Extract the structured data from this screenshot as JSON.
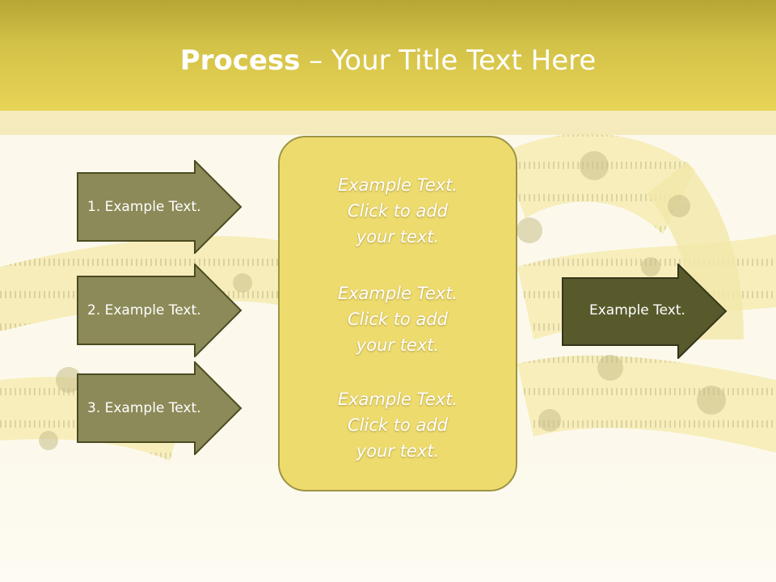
{
  "slide": {
    "title_bold": "Process",
    "title_rest": " – Your Title Text Here"
  },
  "left_arrows": [
    {
      "label": "1. Example Text."
    },
    {
      "label": "2. Example Text."
    },
    {
      "label": "3. Example Text."
    }
  ],
  "center": {
    "blocks": [
      {
        "lines": [
          "Example Text.",
          "Click  to add",
          "your text."
        ]
      },
      {
        "lines": [
          "Example Text.",
          "Click  to add",
          "your text."
        ]
      },
      {
        "lines": [
          "Example Text.",
          "Click  to add",
          "your text."
        ]
      }
    ]
  },
  "right_arrow": {
    "label": "Example Text."
  },
  "colors": {
    "header": "#d3c248",
    "arrow_light": "#8c8a58",
    "arrow_dark": "#585a2c",
    "box_fill": "#eedb6e",
    "box_border": "#9c9345"
  }
}
